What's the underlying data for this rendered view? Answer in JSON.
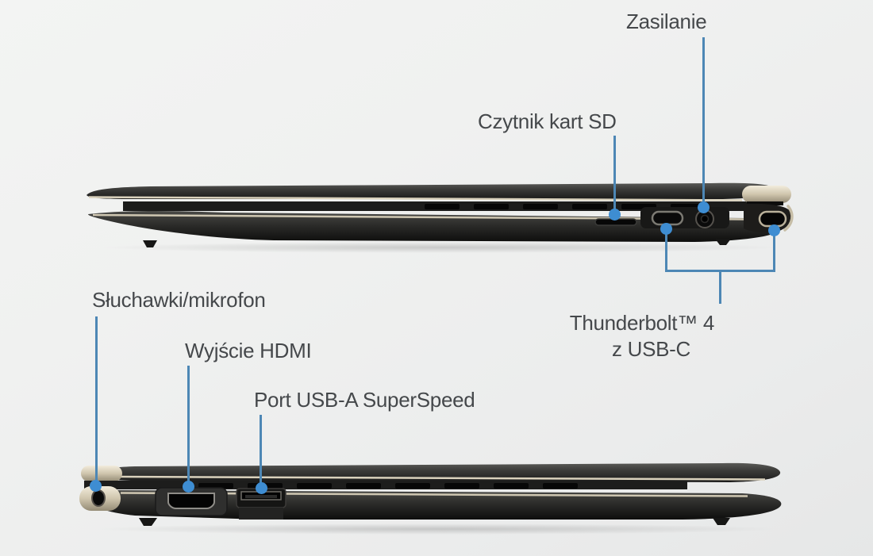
{
  "colors": {
    "background": "#f0f1f0",
    "callout_line": "#4d87b5",
    "callout_dot": "#3e8dd2",
    "label_text": "#45484b",
    "laptop_body_dark": "#1b1b1a",
    "laptop_accent_champagne": "#cfc7b2"
  },
  "callouts": {
    "power": {
      "label": "Zasilanie",
      "target": "power-jack"
    },
    "sd_reader": {
      "label": "Czytnik kart SD",
      "target": "sd-card-slot"
    },
    "thunderbolt": {
      "label_line1": "Thunderbolt™ 4",
      "label_line2": "z USB-C",
      "targets": [
        "usb-c-port",
        "thunderbolt-corner-port"
      ]
    },
    "headphones_mic": {
      "label": "Słuchawki/mikrofon",
      "target": "headphone-jack"
    },
    "hdmi": {
      "label": "Wyjście HDMI",
      "target": "hdmi-port"
    },
    "usb_a": {
      "label": "Port USB-A SuperSpeed",
      "target": "usb-a-port"
    }
  },
  "views": {
    "top": {
      "name": "laptop-right-side-view",
      "ports": [
        "sd-card-slot",
        "usb-c-port",
        "power-jack",
        "thunderbolt-corner-port"
      ]
    },
    "bottom": {
      "name": "laptop-left-side-view",
      "ports": [
        "headphone-jack",
        "hdmi-port",
        "usb-a-port"
      ]
    }
  }
}
